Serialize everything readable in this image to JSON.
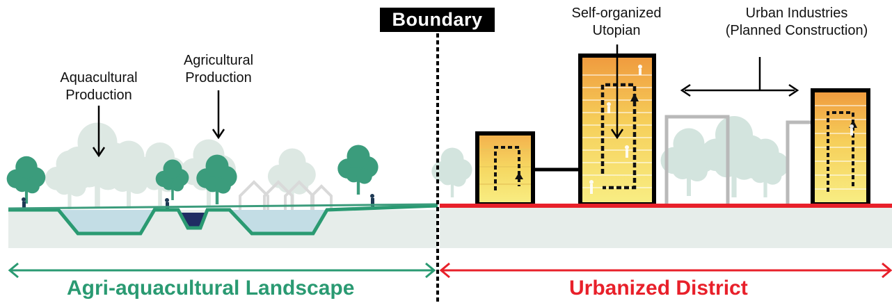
{
  "labels": {
    "boundary": "Boundary",
    "aquacultural_line1": "Aquacultural",
    "aquacultural_line2": "Production",
    "agricultural_line1": "Agricultural",
    "agricultural_line2": "Production",
    "self_organized_line1": "Self-organized",
    "self_organized_line2": "Utopian",
    "urban_industries_line1": "Urban Industries",
    "urban_industries_line2": "(Planned Construction)",
    "left_zone": "Agri-aquacultural Landscape",
    "right_zone": "Urbanized District"
  },
  "colors": {
    "landscape_green": "#2a9a72",
    "tree_green": "#3a9e7d",
    "faded_tree": "#d9e6e0",
    "ground": "#e7eeeb",
    "water": "#c4dde6",
    "water_dark": "#1e2f66",
    "urban_red": "#e8202a",
    "building_orange": "#f0a040",
    "building_yellow": "#f7ec7a",
    "planned_gray": "#b9b9b9",
    "boundary_black": "#000000"
  }
}
